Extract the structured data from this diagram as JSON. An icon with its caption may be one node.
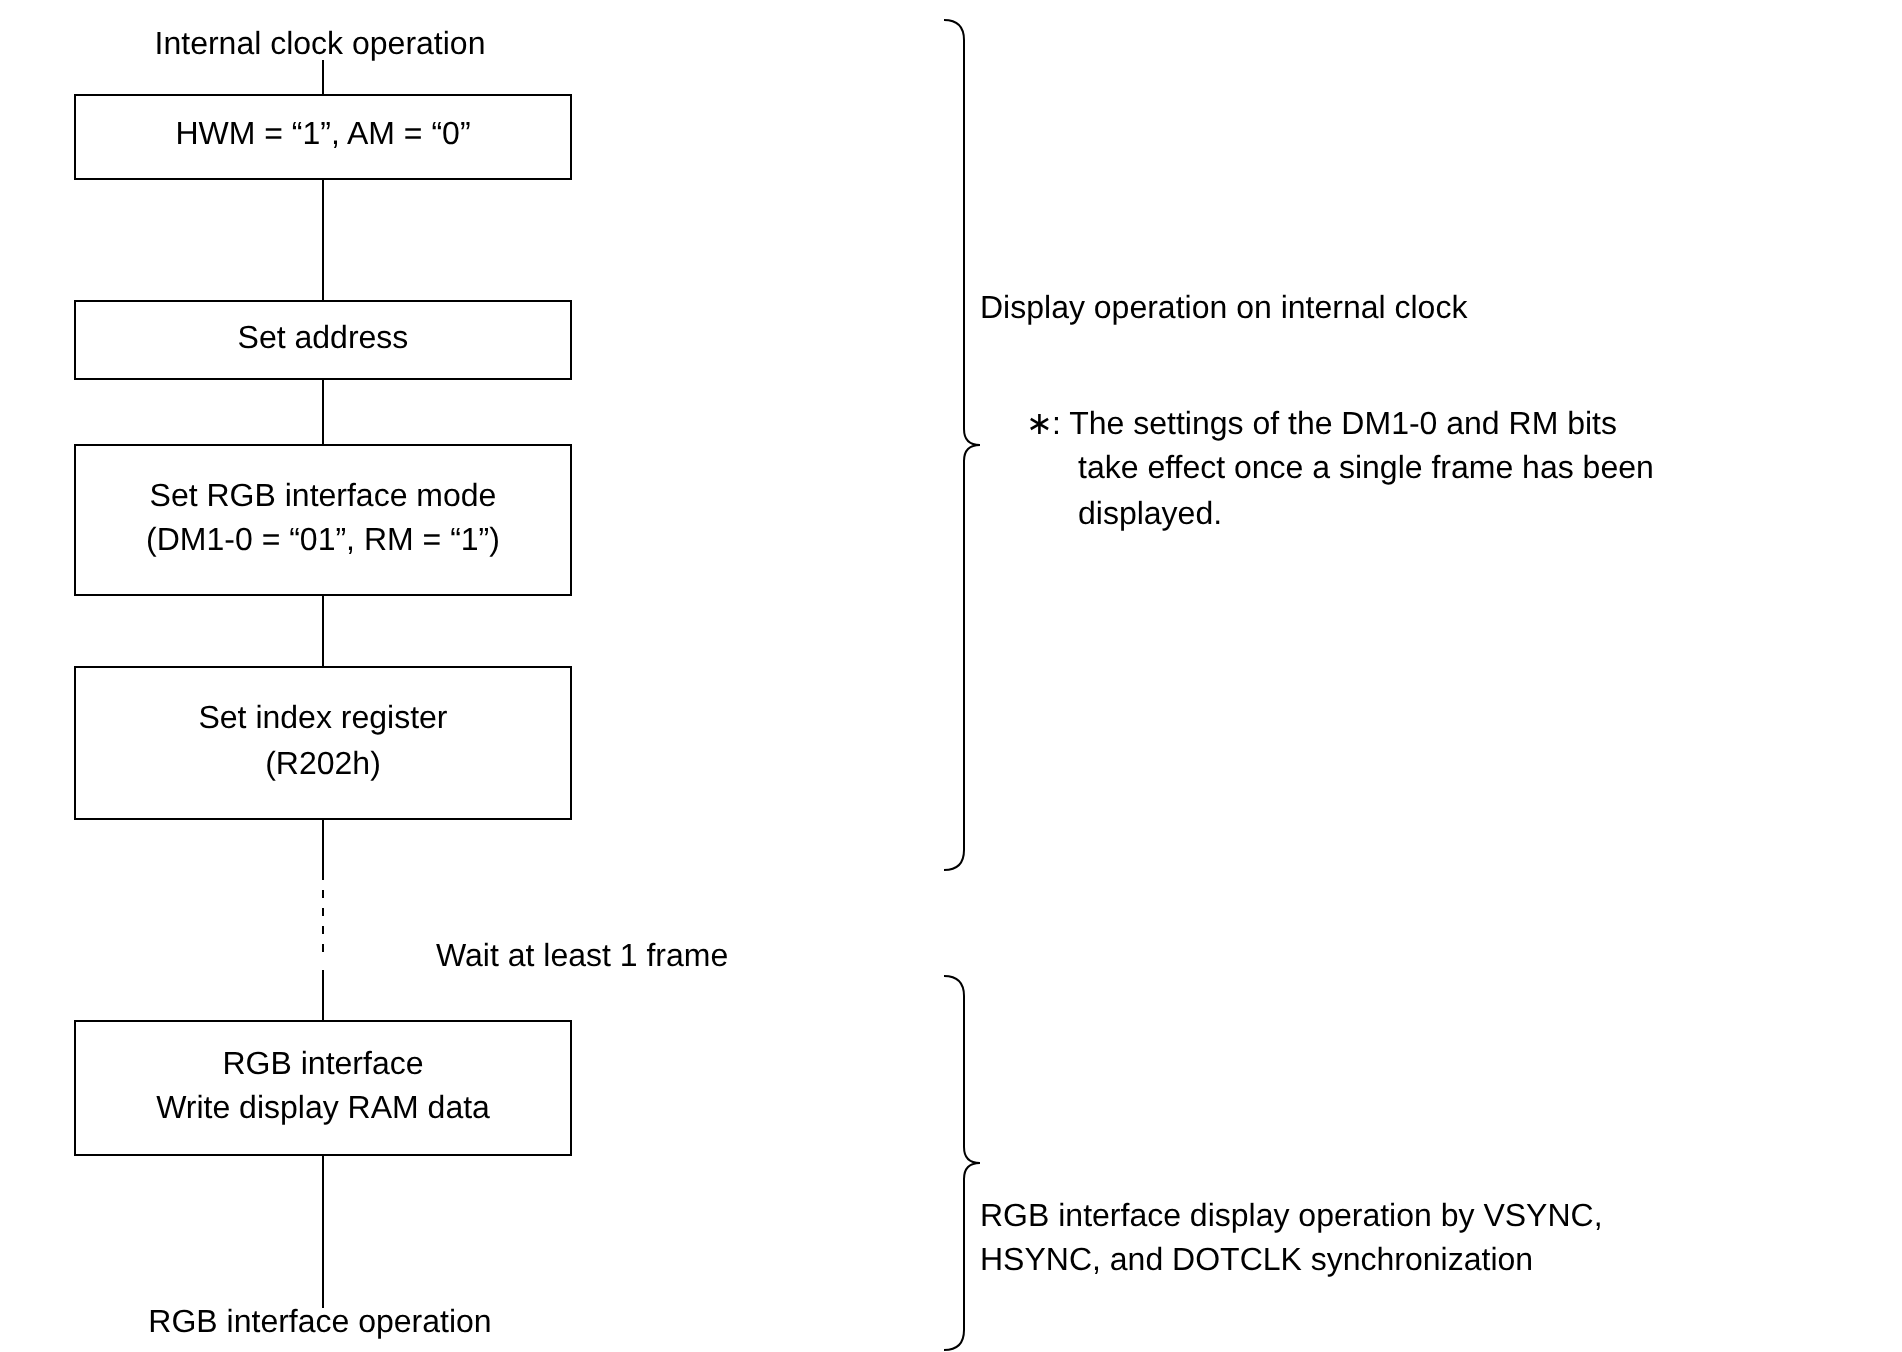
{
  "diagram": {
    "nodes": [
      {
        "text": [
          "Internal clock operation"
        ]
      },
      {
        "text": [
          "HWM = “1”, AM = “0”"
        ]
      },
      {
        "text": [
          "Set address"
        ]
      },
      {
        "text": [
          "Set RGB interface mode",
          "(DM1-0 = “01”, RM = “1”)"
        ]
      },
      {
        "text": [
          "Set index register",
          "(R202h)"
        ]
      },
      {
        "text": [
          "RGB interface",
          "Write display RAM data"
        ]
      },
      {
        "text": [
          "RGB interface operation"
        ]
      }
    ],
    "edges": [
      {
        "from": 0,
        "to": 1,
        "arrow": "none"
      },
      {
        "from": 1,
        "to": 2,
        "arrow": "none"
      },
      {
        "from": 2,
        "to": 3,
        "arrow": "none"
      },
      {
        "from": 3,
        "to": 4,
        "arrow": "none"
      },
      {
        "from": 4,
        "to": 5,
        "arrow": "none",
        "style": "dashed"
      },
      {
        "from": 5,
        "to": 6,
        "arrow": "none"
      }
    ],
    "labels": [
      "Wait at least 1 frame",
      "Display operation on internal clock",
      "∗: The settings of the DM1-0 and RM bits take effect once a single frame has been displayed.",
      "RGB interface display operation by VSYNC, HSYNC, and DOTCLK synchronization"
    ]
  }
}
